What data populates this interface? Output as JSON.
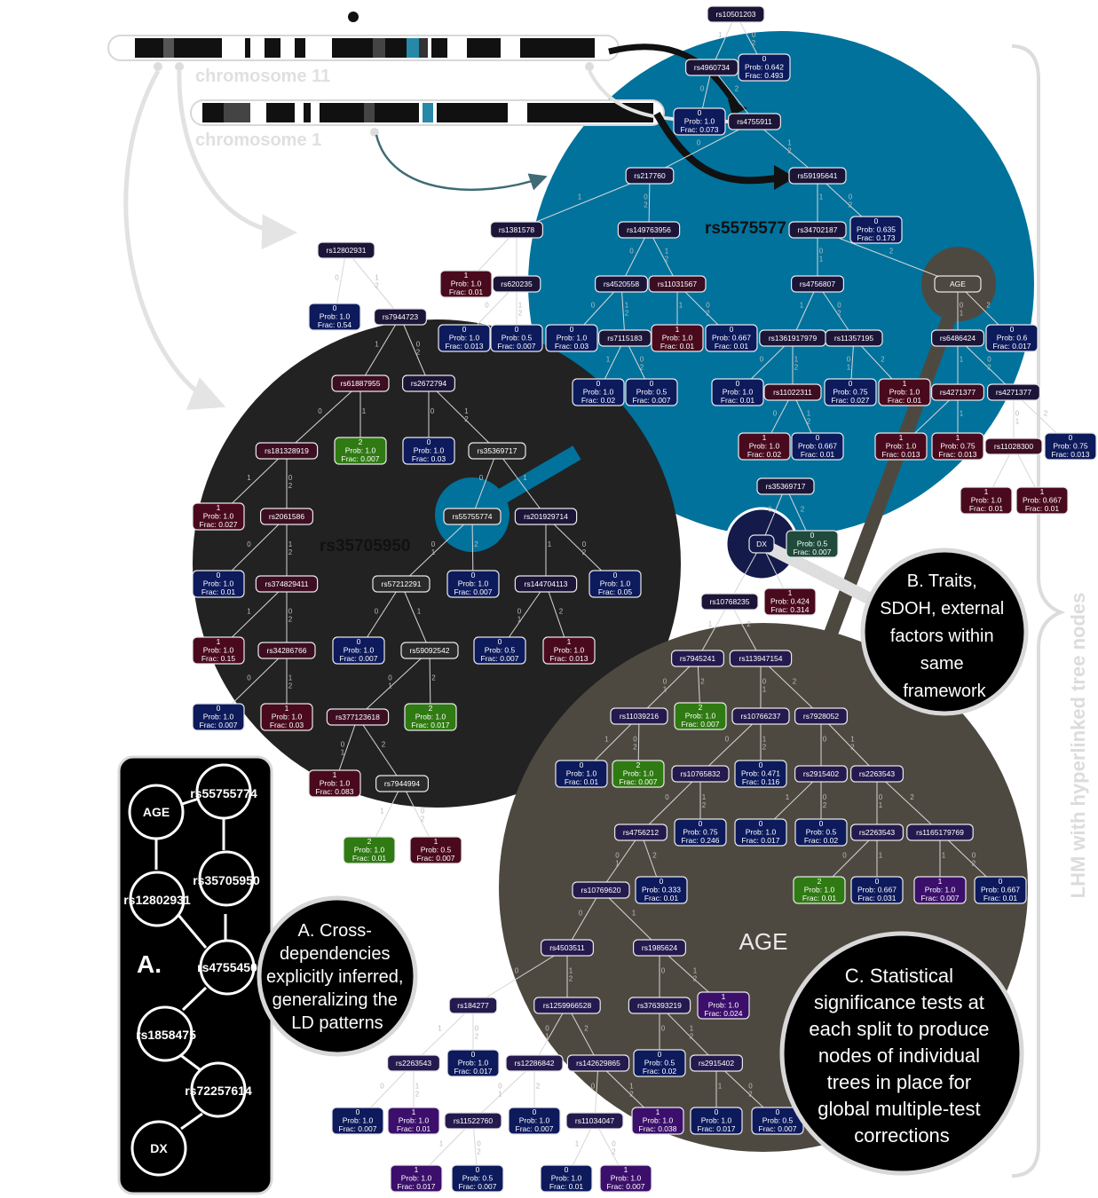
{
  "chromosomes": [
    {
      "label": "chromosome 11"
    },
    {
      "label": "chromosome 1"
    }
  ],
  "big_labels": {
    "blue_cluster": "rs5575577",
    "dark_cluster": "rs35705950",
    "brown_cluster": "AGE"
  },
  "side_label": "LHM with hyperlinked tree nodes",
  "callouts": {
    "a": {
      "lines": [
        "A. Cross-",
        "dependencies",
        "explicitly inferred,",
        "generalizing the",
        "LD patterns"
      ]
    },
    "b": {
      "lines": [
        "B. Traits,",
        "SDOH, external",
        "factors within",
        "same",
        "framework"
      ]
    },
    "c": {
      "lines": [
        "C. Statistical",
        "significance tests at",
        "each split to produce",
        "nodes of individual",
        "trees in place for",
        "global multiple-test",
        "corrections"
      ]
    }
  },
  "panel_a": {
    "title": "A.",
    "nodes": [
      "AGE",
      "rs55755774",
      "rs35705950",
      "rs12802931",
      "rs4755450",
      "rs1858475",
      "rs72257614",
      "DX"
    ]
  },
  "colors": {
    "blue": "#00729c",
    "dark": "#222222",
    "brown": "#4e4940",
    "leaf_navy": "#0d1a5c",
    "leaf_maroon": "#4a0a1e",
    "leaf_green": "#2f7a12",
    "leaf_purple": "#3b0f6b"
  },
  "tree": {
    "nodes": [
      {
        "id": "n1",
        "label": "rs10501203"
      },
      {
        "id": "n2",
        "label": "rs4960734"
      },
      {
        "id": "n3",
        "label": "0\nProb: 0.642\nFrac: 0.493"
      },
      {
        "id": "n4",
        "label": "0\nProb: 1.0\nFrac: 0.073"
      },
      {
        "id": "n5",
        "label": "rs4755911"
      },
      {
        "id": "n6",
        "label": "rs217760"
      },
      {
        "id": "n7",
        "label": "rs59195641"
      },
      {
        "id": "n8",
        "label": "rs1381578"
      },
      {
        "id": "n9",
        "label": "rs149763956"
      },
      {
        "id": "n10",
        "label": "rs34702187"
      },
      {
        "id": "n11",
        "label": "0\nProb: 0.635\nFrac: 0.173"
      },
      {
        "id": "n12",
        "label": "1\nProb: 1.0\nFrac: 0.01"
      },
      {
        "id": "n13",
        "label": "rs620235"
      },
      {
        "id": "n14",
        "label": "rs4520558"
      },
      {
        "id": "n15",
        "label": "rs11031567"
      },
      {
        "id": "n16",
        "label": "rs4756807"
      },
      {
        "id": "n17",
        "label": "AGE"
      },
      {
        "id": "n18",
        "label": "0\nProb: 1.0\nFrac: 0.013"
      },
      {
        "id": "n19",
        "label": "0\nProb: 0.5\nFrac: 0.007"
      },
      {
        "id": "n20",
        "label": "0\nProb: 1.0\nFrac: 0.03"
      },
      {
        "id": "n21",
        "label": "rs7115183"
      },
      {
        "id": "n22",
        "label": "1\nProb: 1.0\nFrac: 0.01"
      },
      {
        "id": "n23",
        "label": "0\nProb: 0.667\nFrac: 0.01"
      },
      {
        "id": "n24",
        "label": "rs1361917979"
      },
      {
        "id": "n25",
        "label": "rs11357195"
      },
      {
        "id": "n26",
        "label": "rs6486424"
      },
      {
        "id": "n27",
        "label": "0\nProb: 0.6\nFrac: 0.017"
      },
      {
        "id": "n28",
        "label": "0\nProb: 1.0\nFrac: 0.02"
      },
      {
        "id": "n29",
        "label": "0\nProb: 0.5\nFrac: 0.007"
      },
      {
        "id": "n30",
        "label": "0\nProb: 1.0\nFrac: 0.01"
      },
      {
        "id": "n31",
        "label": "rs11022311"
      },
      {
        "id": "n32",
        "label": "0\nProb: 0.75\nFrac: 0.027"
      },
      {
        "id": "n33",
        "label": "1\nProb: 1.0\nFrac: 0.01"
      },
      {
        "id": "n34",
        "label": "rs4271377"
      },
      {
        "id": "n35",
        "label": "rs4271377"
      },
      {
        "id": "n36",
        "label": "1\nProb: 1.0\nFrac: 0.02"
      },
      {
        "id": "n37",
        "label": "0\nProb: 0.667\nFrac: 0.01"
      },
      {
        "id": "n38",
        "label": "1\nProb: 1.0\nFrac: 0.013"
      },
      {
        "id": "n39",
        "label": "1\nProb: 0.75\nFrac: 0.013"
      },
      {
        "id": "n40",
        "label": "rs11028300"
      },
      {
        "id": "n41",
        "label": "0\nProb: 0.75\nFrac: 0.013"
      },
      {
        "id": "n42",
        "label": "1\nProb: 1.0\nFrac: 0.01"
      },
      {
        "id": "n43",
        "label": "1\nProb: 0.667\nFrac: 0.01"
      },
      {
        "id": "n44",
        "label": "rs35369717"
      },
      {
        "id": "n45",
        "label": "DX"
      },
      {
        "id": "n46",
        "label": "0\nProb: 0.5\nFrac: 0.007"
      },
      {
        "id": "n47",
        "label": "rs10768235"
      },
      {
        "id": "n48",
        "label": "1\nProb: 0.424\nFrac: 0.314"
      },
      {
        "id": "n49",
        "label": "rs12802931"
      },
      {
        "id": "n50",
        "label": "0\nProb: 1.0\nFrac: 0.54"
      },
      {
        "id": "n51",
        "label": "rs7944723"
      },
      {
        "id": "n52",
        "label": "rs61887955"
      },
      {
        "id": "n53",
        "label": "rs2672794"
      },
      {
        "id": "n54",
        "label": "rs181328919"
      },
      {
        "id": "n55",
        "label": "2\nProb: 1.0\nFrac: 0.007"
      },
      {
        "id": "n56",
        "label": "0\nProb: 1.0\nFrac: 0.03"
      },
      {
        "id": "n57",
        "label": "rs35369717"
      },
      {
        "id": "n58",
        "label": "1\nProb: 1.0\nFrac: 0.027"
      },
      {
        "id": "n59",
        "label": "rs2061586"
      },
      {
        "id": "n60",
        "label": "rs55755774"
      },
      {
        "id": "n61",
        "label": "rs201929714"
      },
      {
        "id": "n62",
        "label": "0\nProb: 1.0\nFrac: 0.01"
      },
      {
        "id": "n63",
        "label": "rs374829411"
      },
      {
        "id": "n64",
        "label": "0\nProb: 1.0\nFrac: 0.007"
      },
      {
        "id": "n65",
        "label": "rs57212291"
      },
      {
        "id": "n66",
        "label": "rs144704113"
      },
      {
        "id": "n67",
        "label": "0\nProb: 1.0\nFrac: 0.05"
      },
      {
        "id": "n68",
        "label": "1\nProb: 1.0\nFrac: 0.15"
      },
      {
        "id": "n69",
        "label": "rs34286766"
      },
      {
        "id": "n70",
        "label": "0\nProb: 1.0\nFrac: 0.007"
      },
      {
        "id": "n71",
        "label": "rs59092542"
      },
      {
        "id": "n72",
        "label": "0\nProb: 0.5\nFrac: 0.007"
      },
      {
        "id": "n73",
        "label": "1\nProb: 1.0\nFrac: 0.013"
      },
      {
        "id": "n74",
        "label": "0\nProb: 1.0\nFrac: 0.007"
      },
      {
        "id": "n75",
        "label": "1\nProb: 1.0\nFrac: 0.03"
      },
      {
        "id": "n76",
        "label": "rs377123618"
      },
      {
        "id": "n77",
        "label": "2\nProb: 1.0\nFrac: 0.017"
      },
      {
        "id": "n78",
        "label": "1\nProb: 1.0\nFrac: 0.083"
      },
      {
        "id": "n79",
        "label": "rs7944994"
      },
      {
        "id": "n80",
        "label": "2\nProb: 1.0\nFrac: 0.01"
      },
      {
        "id": "n81",
        "label": "1\nProb: 0.5\nFrac: 0.007"
      },
      {
        "id": "n82",
        "label": "rs7945241"
      },
      {
        "id": "n83",
        "label": "rs113947154"
      },
      {
        "id": "n84",
        "label": "rs11039216"
      },
      {
        "id": "n85",
        "label": "2\nProb: 1.0\nFrac: 0.007"
      },
      {
        "id": "n86",
        "label": "rs10766237"
      },
      {
        "id": "n87",
        "label": "rs7928052"
      },
      {
        "id": "n88",
        "label": "0\nProb: 1.0\nFrac: 0.01"
      },
      {
        "id": "n89",
        "label": "2\nProb: 1.0\nFrac: 0.007"
      },
      {
        "id": "n90",
        "label": "rs10765832"
      },
      {
        "id": "n91",
        "label": "0\nProb: 0.471\nFrac: 0.116"
      },
      {
        "id": "n92",
        "label": "rs2915402"
      },
      {
        "id": "n93",
        "label": "rs2263543"
      },
      {
        "id": "n94",
        "label": "rs4756212"
      },
      {
        "id": "n95",
        "label": "0\nProb: 0.75\nFrac: 0.246"
      },
      {
        "id": "n96",
        "label": "0\nProb: 1.0\nFrac: 0.017"
      },
      {
        "id": "n97",
        "label": "0\nProb: 0.5\nFrac: 0.02"
      },
      {
        "id": "n98",
        "label": "rs2263543"
      },
      {
        "id": "n99",
        "label": "rs1165179769"
      },
      {
        "id": "n100",
        "label": "rs10769620"
      },
      {
        "id": "n101",
        "label": "0\nProb: 0.333\nFrac: 0.01"
      },
      {
        "id": "n102",
        "label": "2\nProb: 1.0\nFrac: 0.01"
      },
      {
        "id": "n103",
        "label": "0\nProb: 0.667\nFrac: 0.031"
      },
      {
        "id": "n104",
        "label": "1\nProb: 1.0\nFrac: 0.007"
      },
      {
        "id": "n105",
        "label": "0\nProb: 0.667\nFrac: 0.01"
      },
      {
        "id": "n106",
        "label": "rs4503511"
      },
      {
        "id": "n107",
        "label": "rs1985624"
      },
      {
        "id": "n108",
        "label": "rs184277"
      },
      {
        "id": "n109",
        "label": "rs1259966528"
      },
      {
        "id": "n110",
        "label": "rs376393219"
      },
      {
        "id": "n111",
        "label": "1\nProb: 1.0\nFrac: 0.024"
      },
      {
        "id": "n112",
        "label": "rs2263543"
      },
      {
        "id": "n113",
        "label": "0\nProb: 1.0\nFrac: 0.017"
      },
      {
        "id": "n114",
        "label": "rs12286842"
      },
      {
        "id": "n115",
        "label": "rs142629865"
      },
      {
        "id": "n116",
        "label": "0\nProb: 0.5\nFrac: 0.02"
      },
      {
        "id": "n117",
        "label": "rs2915402"
      },
      {
        "id": "n118",
        "label": "0\nProb: 1.0\nFrac: 0.007"
      },
      {
        "id": "n119",
        "label": "1\nProb: 1.0\nFrac: 0.01"
      },
      {
        "id": "n120",
        "label": "rs11522760"
      },
      {
        "id": "n121",
        "label": "0\nProb: 1.0\nFrac: 0.007"
      },
      {
        "id": "n122",
        "label": "rs11034047"
      },
      {
        "id": "n123",
        "label": "1\nProb: 1.0\nFrac: 0.038"
      },
      {
        "id": "n124",
        "label": "0\nProb: 1.0\nFrac: 0.017"
      },
      {
        "id": "n125",
        "label": "0\nProb: 0.5\nFrac: 0.007"
      },
      {
        "id": "n126",
        "label": "1\nProb: 1.0\nFrac: 0.017"
      },
      {
        "id": "n127",
        "label": "0\nProb: 0.5\nFrac: 0.007"
      },
      {
        "id": "n128",
        "label": "0\nProb: 1.0\nFrac: 0.01"
      },
      {
        "id": "n129",
        "label": "1\nProb: 1.0\nFrac: 0.007"
      }
    ],
    "edges": [
      [
        "n1",
        "n2",
        "1"
      ],
      [
        "n1",
        "n3",
        "0\n2"
      ],
      [
        "n2",
        "n4",
        "0"
      ],
      [
        "n2",
        "n5",
        "2"
      ],
      [
        "n5",
        "n6",
        "0"
      ],
      [
        "n5",
        "n7",
        "1\n2"
      ],
      [
        "n6",
        "n8",
        "1"
      ],
      [
        "n6",
        "n9",
        "0\n2"
      ],
      [
        "n7",
        "n10",
        "1"
      ],
      [
        "n7",
        "n11",
        "0\n2"
      ],
      [
        "n8",
        "n12",
        ""
      ],
      [
        "n8",
        "n13",
        ""
      ],
      [
        "n9",
        "n14",
        "0"
      ],
      [
        "n9",
        "n15",
        "1\n2"
      ],
      [
        "n10",
        "n16",
        "0\n1"
      ],
      [
        "n10",
        "n17",
        "2"
      ],
      [
        "n13",
        "n18",
        "0"
      ],
      [
        "n13",
        "n19",
        "1\n2"
      ],
      [
        "n14",
        "n20",
        "0"
      ],
      [
        "n14",
        "n21",
        "1\n2"
      ],
      [
        "n15",
        "n22",
        "1"
      ],
      [
        "n15",
        "n23",
        "0\n2"
      ],
      [
        "n16",
        "n24",
        "1"
      ],
      [
        "n16",
        "n25",
        "0\n2"
      ],
      [
        "n17",
        "n26",
        "0\n1"
      ],
      [
        "n17",
        "n27",
        "2"
      ],
      [
        "n21",
        "n28",
        "1"
      ],
      [
        "n21",
        "n29",
        "0\n2"
      ],
      [
        "n24",
        "n30",
        "0"
      ],
      [
        "n24",
        "n31",
        "1\n2"
      ],
      [
        "n25",
        "n32",
        "0\n1"
      ],
      [
        "n25",
        "n33",
        "2"
      ],
      [
        "n26",
        "n34",
        "1"
      ],
      [
        "n26",
        "n35",
        "0\n2"
      ],
      [
        "n31",
        "n36",
        "0"
      ],
      [
        "n31",
        "n37",
        "1\n2"
      ],
      [
        "n34",
        "n38",
        ""
      ],
      [
        "n34",
        "n39",
        "1"
      ],
      [
        "n35",
        "n40",
        "0\n1"
      ],
      [
        "n35",
        "n41",
        "2"
      ],
      [
        "n40",
        "n42",
        ""
      ],
      [
        "n40",
        "n43",
        ""
      ],
      [
        "n44",
        "n45",
        "0"
      ],
      [
        "n44",
        "n46",
        "2"
      ],
      [
        "n45",
        "n47",
        ""
      ],
      [
        "n45",
        "n48",
        ""
      ],
      [
        "n49",
        "n50",
        "0"
      ],
      [
        "n49",
        "n51",
        "1\n2"
      ],
      [
        "n51",
        "n52",
        "1"
      ],
      [
        "n51",
        "n53",
        "0\n2"
      ],
      [
        "n52",
        "n54",
        "0"
      ],
      [
        "n52",
        "n55",
        "1"
      ],
      [
        "n53",
        "n56",
        "0"
      ],
      [
        "n53",
        "n57",
        "1\n2"
      ],
      [
        "n54",
        "n58",
        "1"
      ],
      [
        "n54",
        "n59",
        "0\n2"
      ],
      [
        "n57",
        "n60",
        "0"
      ],
      [
        "n57",
        "n61",
        "1"
      ],
      [
        "n59",
        "n62",
        "0"
      ],
      [
        "n59",
        "n63",
        "1\n2"
      ],
      [
        "n60",
        "n64",
        "2"
      ],
      [
        "n60",
        "n65",
        "0\n1"
      ],
      [
        "n61",
        "n66",
        "1"
      ],
      [
        "n61",
        "n67",
        "0\n2"
      ],
      [
        "n63",
        "n68",
        "1"
      ],
      [
        "n63",
        "n69",
        "0\n2"
      ],
      [
        "n65",
        "n70",
        "0"
      ],
      [
        "n65",
        "n71",
        "1"
      ],
      [
        "n66",
        "n72",
        "0\n1"
      ],
      [
        "n66",
        "n73",
        "2"
      ],
      [
        "n69",
        "n74",
        "0"
      ],
      [
        "n69",
        "n75",
        "1\n2"
      ],
      [
        "n71",
        "n76",
        "0\n1"
      ],
      [
        "n71",
        "n77",
        "2"
      ],
      [
        "n76",
        "n78",
        "0\n1"
      ],
      [
        "n76",
        "n79",
        "2"
      ],
      [
        "n79",
        "n80",
        "1"
      ],
      [
        "n79",
        "n81",
        "0\n2"
      ],
      [
        "n47",
        "n82",
        "1"
      ],
      [
        "n47",
        "n83",
        "2"
      ],
      [
        "n82",
        "n84",
        "0\n1"
      ],
      [
        "n82",
        "n85",
        "2"
      ],
      [
        "n83",
        "n86",
        "0\n1"
      ],
      [
        "n83",
        "n87",
        "2"
      ],
      [
        "n84",
        "n88",
        "1"
      ],
      [
        "n84",
        "n89",
        "0\n2"
      ],
      [
        "n86",
        "n90",
        "0"
      ],
      [
        "n86",
        "n91",
        "1\n2"
      ],
      [
        "n87",
        "n92",
        "0"
      ],
      [
        "n87",
        "n93",
        "1\n2"
      ],
      [
        "n90",
        "n94",
        "0"
      ],
      [
        "n90",
        "n95",
        "1\n2"
      ],
      [
        "n92",
        "n96",
        "1"
      ],
      [
        "n92",
        "n97",
        "0\n2"
      ],
      [
        "n93",
        "n98",
        "0\n1"
      ],
      [
        "n93",
        "n99",
        "2"
      ],
      [
        "n94",
        "n100",
        "0\n1"
      ],
      [
        "n94",
        "n101",
        "2"
      ],
      [
        "n98",
        "n102",
        "0"
      ],
      [
        "n98",
        "n103",
        "1"
      ],
      [
        "n99",
        "n104",
        "1"
      ],
      [
        "n99",
        "n105",
        "0\n2"
      ],
      [
        "n100",
        "n106",
        "0"
      ],
      [
        "n100",
        "n107",
        "1"
      ],
      [
        "n106",
        "n108",
        "0"
      ],
      [
        "n106",
        "n109",
        "1\n2"
      ],
      [
        "n107",
        "n110",
        "0"
      ],
      [
        "n107",
        "n111",
        "1\n2"
      ],
      [
        "n108",
        "n112",
        "1"
      ],
      [
        "n108",
        "n113",
        "0\n2"
      ],
      [
        "n109",
        "n114",
        "0\n1"
      ],
      [
        "n109",
        "n115",
        "2"
      ],
      [
        "n110",
        "n116",
        "0"
      ],
      [
        "n110",
        "n117",
        "1\n2"
      ],
      [
        "n112",
        "n118",
        "0"
      ],
      [
        "n112",
        "n119",
        "1\n2"
      ],
      [
        "n114",
        "n120",
        "0\n1"
      ],
      [
        "n114",
        "n121",
        "2"
      ],
      [
        "n115",
        "n122",
        "0"
      ],
      [
        "n115",
        "n123",
        "1\n2"
      ],
      [
        "n117",
        "n124",
        "1"
      ],
      [
        "n117",
        "n125",
        "0\n2"
      ],
      [
        "n120",
        "n126",
        "1"
      ],
      [
        "n120",
        "n127",
        "0\n2"
      ],
      [
        "n122",
        "n128",
        "1"
      ],
      [
        "n122",
        "n129",
        "0\n2"
      ]
    ]
  }
}
